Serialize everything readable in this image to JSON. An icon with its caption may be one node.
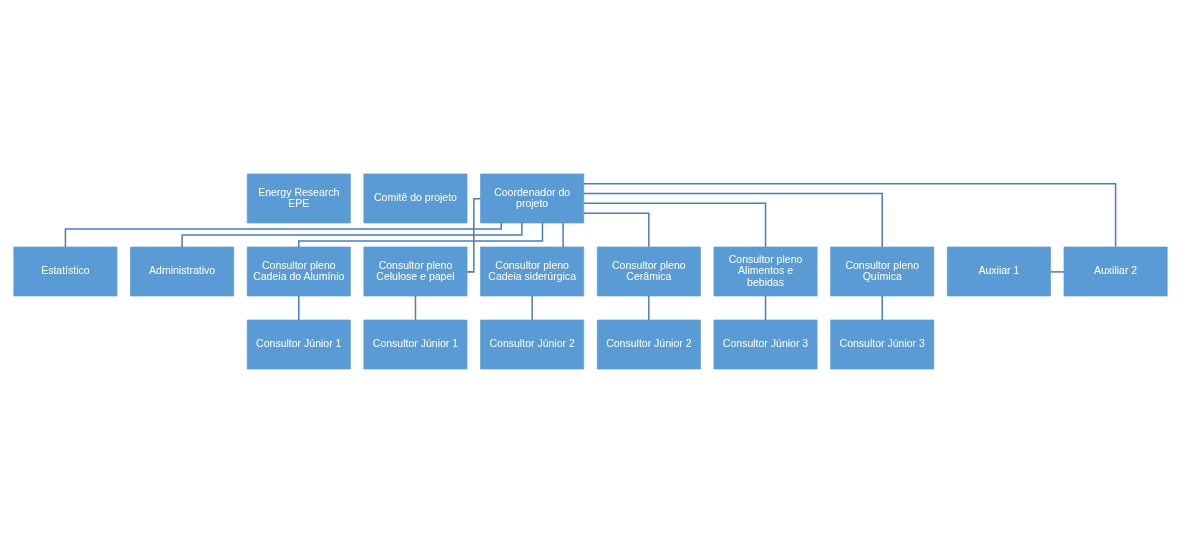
{
  "diagram": {
    "nodes": [
      {
        "text": [
          "Energy Research EPE"
        ]
      },
      {
        "text": [
          "Comitê do projeto"
        ]
      },
      {
        "text": [
          "Coordenador do projeto"
        ]
      },
      {
        "text": [
          "Estatístico"
        ]
      },
      {
        "text": [
          "Administrativo"
        ]
      },
      {
        "text": [
          "Auxiiar 1"
        ]
      },
      {
        "text": [
          "Auxiliar 2"
        ]
      },
      {
        "text": [
          "Consultor pleno Cadeia do Alumínio"
        ]
      },
      {
        "text": [
          "Consultor pleno Celulose e papel"
        ]
      },
      {
        "text": [
          "Consultor pleno Cadeia siderúrgica"
        ]
      },
      {
        "text": [
          "Consultor pleno Cerâmica"
        ]
      },
      {
        "text": [
          "Consultor pleno Alimentos e bebidas"
        ]
      },
      {
        "text": [
          "Consultor pleno Química"
        ]
      },
      {
        "text": [
          "Consultor Júnior 1"
        ]
      },
      {
        "text": [
          "Consultor Júnior 1"
        ]
      },
      {
        "text": [
          "Consultor Júnior 2"
        ]
      },
      {
        "text": [
          "Consultor Júnior 2"
        ]
      },
      {
        "text": [
          "Consultor Júnior 3"
        ]
      },
      {
        "text": [
          "Consultor Júnior 3"
        ]
      }
    ],
    "edges": [
      {
        "from": 2,
        "to": 3,
        "arrow": "none"
      },
      {
        "from": 2,
        "to": 4,
        "arrow": "none"
      },
      {
        "from": 5,
        "to": 6,
        "arrow": "none"
      },
      {
        "from": 2,
        "to": 6,
        "arrow": "none"
      },
      {
        "from": 2,
        "to": 7,
        "arrow": "none"
      },
      {
        "from": 2,
        "to": 8,
        "arrow": "none"
      },
      {
        "from": 2,
        "to": 9,
        "arrow": "none"
      },
      {
        "from": 2,
        "to": 10,
        "arrow": "none"
      },
      {
        "from": 2,
        "to": 11,
        "arrow": "none"
      },
      {
        "from": 2,
        "to": 12,
        "arrow": "none"
      },
      {
        "from": 7,
        "to": 13,
        "arrow": "none"
      },
      {
        "from": 8,
        "to": 14,
        "arrow": "none"
      },
      {
        "from": 9,
        "to": 15,
        "arrow": "none"
      },
      {
        "from": 10,
        "to": 16,
        "arrow": "none"
      },
      {
        "from": 11,
        "to": 17,
        "arrow": "none"
      },
      {
        "from": 12,
        "to": 18,
        "arrow": "none"
      }
    ]
  }
}
